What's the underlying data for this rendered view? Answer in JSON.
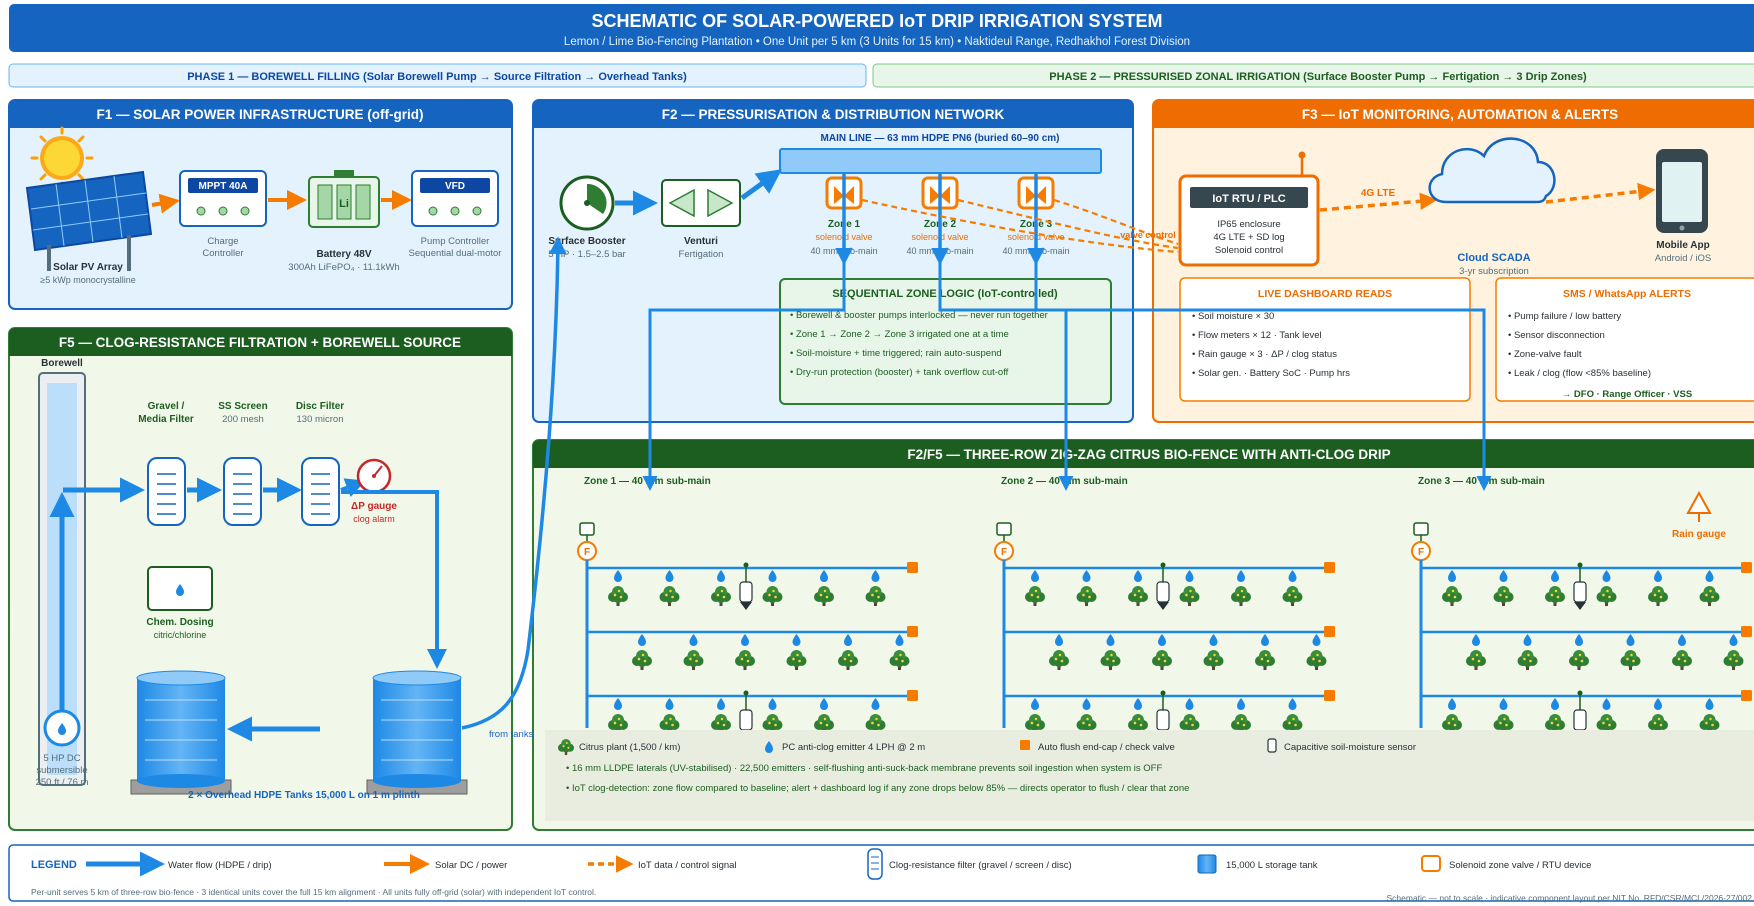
{
  "header": {
    "title": "SCHEMATIC OF SOLAR-POWERED IoT DRIP IRRIGATION SYSTEM",
    "subtitle": "Lemon / Lime Bio-Fencing Plantation • One Unit per 5 km (3 Units for 15 km) • Naktideul Range, Redhakhol Forest Division"
  },
  "phases": {
    "phase1": "PHASE 1 — BOREWELL FILLING (Solar Borewell Pump → Source Filtration → Overhead Tanks)",
    "phase2": "PHASE 2 — PRESSURISED ZONAL IRRIGATION (Surface Booster Pump → Fertigation → 3 Drip Zones)"
  },
  "f1": {
    "title": "F1 — SOLAR POWER INFRASTRUCTURE (off-grid)",
    "pv_label": "Solar PV Array",
    "pv_sub": "≥5 kWp monocrystalline",
    "mppt_tag": "MPPT 40A",
    "mppt_label1": "Charge",
    "mppt_label2": "Controller",
    "battery_mark": "Li",
    "battery_label": "Battery 48V",
    "battery_sub": "300Ah LiFePO₄ · 11.1kWh",
    "vfd_tag": "VFD",
    "vfd_label1": "Pump Controller",
    "vfd_label2": "Sequential dual-motor"
  },
  "f2": {
    "title": "F2 — PRESSURISATION & DISTRIBUTION NETWORK",
    "main_line": "MAIN LINE — 63 mm HDPE PN6 (buried 60–90 cm)",
    "booster_label": "Surface Booster",
    "booster_sub": "5 HP · 1.5–2.5 bar",
    "venturi_label": "Venturi",
    "venturi_sub": "Fertigation",
    "zones": [
      {
        "name": "Zone 1",
        "valve": "solenoid valve",
        "pipe": "40 mm sub-main"
      },
      {
        "name": "Zone 2",
        "valve": "solenoid valve",
        "pipe": "40 mm sub-main"
      },
      {
        "name": "Zone 3",
        "valve": "solenoid valve",
        "pipe": "40 mm sub-main"
      }
    ],
    "valve_control": "valve control",
    "logic_title": "SEQUENTIAL ZONE LOGIC (IoT-controlled)",
    "logic_items": [
      "• Borewell & booster pumps interlocked — never run together",
      "• Zone 1 → Zone 2 → Zone 3 irrigated one at a time",
      "• Soil-moisture + time triggered; rain auto-suspend",
      "• Dry-run protection (booster) + tank overflow cut-off"
    ]
  },
  "f3": {
    "title": "F3 — IoT MONITORING, AUTOMATION & ALERTS",
    "rtu_tag": "IoT RTU / PLC",
    "rtu_lines": [
      "IP65 enclosure",
      "4G LTE + SD log",
      "Solenoid control"
    ],
    "lte": "4G LTE",
    "cloud_label": "Cloud SCADA",
    "cloud_sub": "3-yr subscription",
    "app_label": "Mobile App",
    "app_sub": "Android / iOS",
    "dashboard_title": "LIVE DASHBOARD READS",
    "dashboard_items": [
      "• Soil moisture × 30",
      "• Flow meters × 12 · Tank level",
      "• Rain gauge × 3 · ΔP / clog status",
      "• Solar gen. · Battery SoC · Pump hrs"
    ],
    "alerts_title": "SMS / WhatsApp ALERTS",
    "alerts_items": [
      "• Pump failure / low battery",
      "• Sensor disconnection",
      "• Zone-valve fault",
      "• Leak / clog (flow <85% baseline)"
    ],
    "alerts_to": "→ DFO · Range Officer · VSS"
  },
  "f5": {
    "title": "F5 — CLOG-RESISTANCE FILTRATION + BOREWELL SOURCE",
    "borewell": "Borewell",
    "pump_label1": "5 HP DC",
    "pump_label2": "submersible",
    "pump_label3": "250 ft / 76 m",
    "gravel_label1": "Gravel /",
    "gravel_label2": "Media Filter",
    "screen_label": "SS Screen",
    "screen_sub": "200 mesh",
    "disc_label": "Disc Filter",
    "disc_sub": "130 micron",
    "gauge_label": "ΔP gauge",
    "gauge_sub": "clog alarm",
    "dosing_label": "Chem. Dosing",
    "dosing_sub": "citric/chlorine",
    "tanks_label": "2 × Overhead HDPE Tanks 15,000 L on 1 m plinth",
    "from_tanks": "from tanks"
  },
  "f2f5": {
    "title": "F2/F5 — THREE-ROW ZIG-ZAG CITRUS BIO-FENCE WITH ANTI-CLOG DRIP",
    "zone_labels": [
      "Zone 1 — 40 mm sub-main",
      "Zone 2 — 40 mm sub-main",
      "Zone 3 — 40 mm sub-main"
    ],
    "flow_meter": "F",
    "rain_gauge": "Rain gauge",
    "key": [
      "Citrus plant (1,500 / km)",
      "PC anti-clog emitter 4 LPH @ 2 m",
      "Auto flush end-cap / check valve",
      "Capacitive soil-moisture sensor"
    ],
    "notes": [
      "• 16 mm LLDPE laterals (UV-stabilised) · 22,500 emitters · self-flushing anti-suck-back membrane prevents soil ingestion when system is OFF",
      "• IoT clog-detection: zone flow compared to baseline; alert + dashboard log if any zone drops below 85% — directs operator to flush / clear that zone"
    ]
  },
  "legend": {
    "title": "LEGEND",
    "items": [
      "Water flow (HDPE / drip)",
      "Solar DC / power",
      "IoT data / control signal",
      "Clog-resistance filter (gravel / screen / disc)",
      "15,000 L storage tank",
      "Solenoid zone valve / RTU device"
    ]
  },
  "footer": {
    "left": "Per-unit serves 5 km of three-row bio-fence · 3 identical units cover the full 15 km alignment · All units fully off-grid (solar) with independent IoT control.",
    "right": "Schematic — not to scale · indicative component layout per NIT No. RFD/CSR/MCL/2026-27/002"
  },
  "colors": {
    "header_blue": "#1565c0",
    "water_blue": "#1e88e5",
    "power_orange": "#f57c00",
    "forest_green": "#1b5e20",
    "iot_orange": "#ef6c00"
  }
}
